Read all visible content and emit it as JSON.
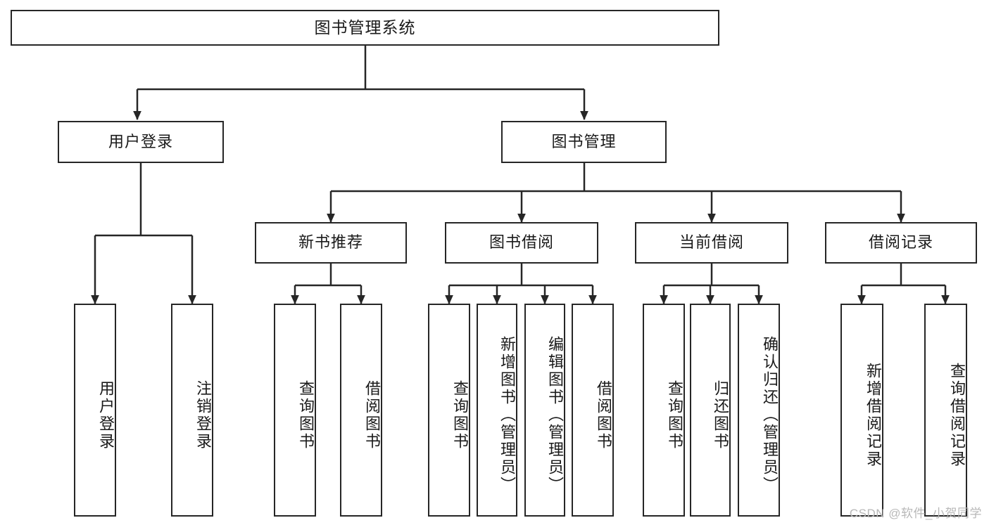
{
  "diagram": {
    "type": "tree-hierarchy",
    "title": "图书管理系统",
    "watermark": "CSDN @软件_小贺同学",
    "colors": {
      "stroke": "#262626",
      "fill": "#ffffff",
      "text": "#1a1a1a",
      "watermark": "#b8b8b8"
    },
    "levels": {
      "root": {
        "label": "图书管理系统"
      },
      "level2": [
        {
          "id": "user-login",
          "label": "用户登录"
        },
        {
          "id": "book-management",
          "label": "图书管理"
        }
      ],
      "level3": [
        {
          "id": "new-book-recommend",
          "label": "新书推荐",
          "parent": "book-management"
        },
        {
          "id": "book-borrow",
          "label": "图书借阅",
          "parent": "book-management"
        },
        {
          "id": "current-borrow",
          "label": "当前借阅",
          "parent": "book-management"
        },
        {
          "id": "borrow-record",
          "label": "借阅记录",
          "parent": "book-management"
        }
      ],
      "leaves": [
        {
          "id": "leaf-user-login",
          "label": "用户登录",
          "parent": "user-login"
        },
        {
          "id": "leaf-logout-login",
          "label": "注销登录",
          "parent": "user-login"
        },
        {
          "id": "leaf-query-book-1",
          "label": "查询图书",
          "parent": "new-book-recommend"
        },
        {
          "id": "leaf-borrow-book-1",
          "label": "借阅图书",
          "parent": "new-book-recommend"
        },
        {
          "id": "leaf-query-book-2",
          "label": "查询图书",
          "parent": "book-borrow"
        },
        {
          "id": "leaf-add-book-admin",
          "label": "新增图书（管理员）",
          "parent": "book-borrow"
        },
        {
          "id": "leaf-edit-book-admin",
          "label": "编辑图书（管理员）",
          "parent": "book-borrow"
        },
        {
          "id": "leaf-borrow-book-2",
          "label": "借阅图书",
          "parent": "book-borrow"
        },
        {
          "id": "leaf-query-book-3",
          "label": "查询图书",
          "parent": "current-borrow"
        },
        {
          "id": "leaf-return-book",
          "label": "归还图书",
          "parent": "current-borrow"
        },
        {
          "id": "leaf-confirm-return-admin",
          "label": "确认归还（管理员）",
          "parent": "current-borrow"
        },
        {
          "id": "leaf-add-borrow-record",
          "label": "新增借阅记录",
          "parent": "borrow-record"
        },
        {
          "id": "leaf-query-borrow-record",
          "label": "查询借阅记录",
          "parent": "borrow-record"
        }
      ]
    }
  }
}
